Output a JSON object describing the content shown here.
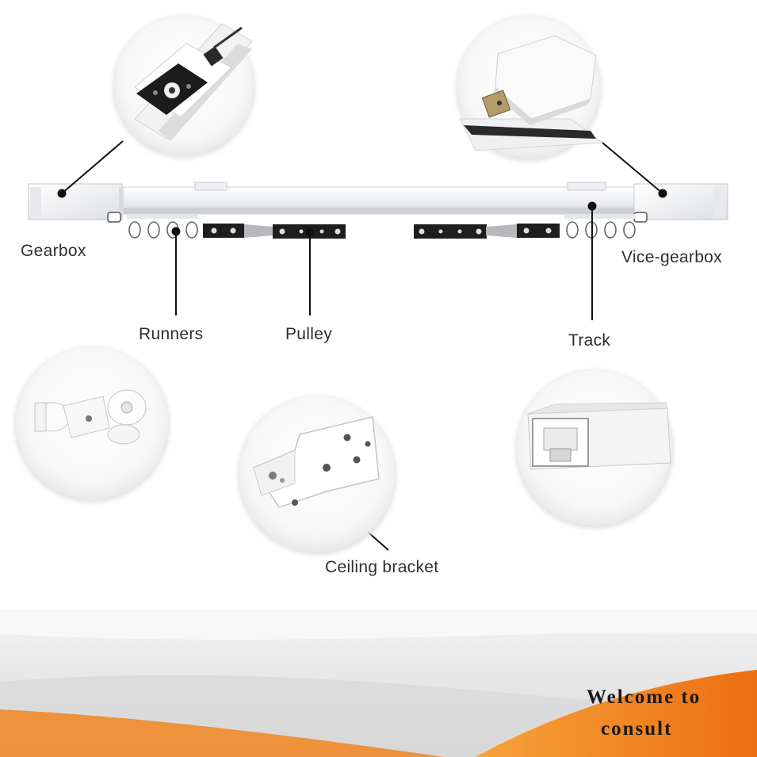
{
  "labels": {
    "gearbox": "Gearbox",
    "vice_gearbox": "Vice-gearbox",
    "runners": "Runners",
    "pulley": "Pulley",
    "track": "Track",
    "ceiling_bracket": "Ceiling bracket"
  },
  "banner": {
    "line1": "Welcome to",
    "line2": "consult"
  },
  "colors": {
    "background": "#ffffff",
    "banner_orange": "#f07a1e",
    "track_white": "#f4f4f6",
    "motor_plate_black": "#1c1c1c",
    "leader_line": "#111111"
  }
}
